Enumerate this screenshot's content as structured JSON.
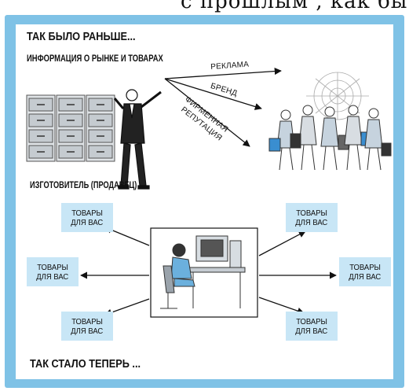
{
  "top_cutoff": "с прошлым , как бы",
  "before": {
    "title": "ТАК БЫЛО РАНЬШЕ...",
    "subtitle": "ИНФОРМАЦИЯ О РЫНКЕ И ТОВАРАХ",
    "channels": [
      "РЕКЛАМА",
      "БРЕНД",
      "ФИРМЕННАЯ",
      "РЕПУТАЦИЯ"
    ]
  },
  "after": {
    "manufacturer_label": "ИЗГОТОВИТЕЛЬ (ПРОДАВЕЦ)",
    "title": "ТАК СТАЛО ТЕПЕРЬ ...",
    "product_tags": [
      {
        "line1": "ТОВАРЫ",
        "line2": "ДЛЯ ВАС"
      },
      {
        "line1": "ТОВАРЫ",
        "line2": "ДЛЯ ВАС"
      },
      {
        "line1": "ТОВАРЫ",
        "line2": "ДЛЯ ВАС"
      },
      {
        "line1": "ТОВАРЫ",
        "line2": "ДЛЯ ВАС"
      },
      {
        "line1": "ТОВАРЫ",
        "line2": "ДЛЯ ВАС"
      },
      {
        "line1": "ТОВАРЫ",
        "line2": "ДЛЯ ВАС"
      }
    ]
  },
  "colors": {
    "frame": "#7fc2e6",
    "tag_fill": "#c8e6f6",
    "ink": "#111111"
  }
}
